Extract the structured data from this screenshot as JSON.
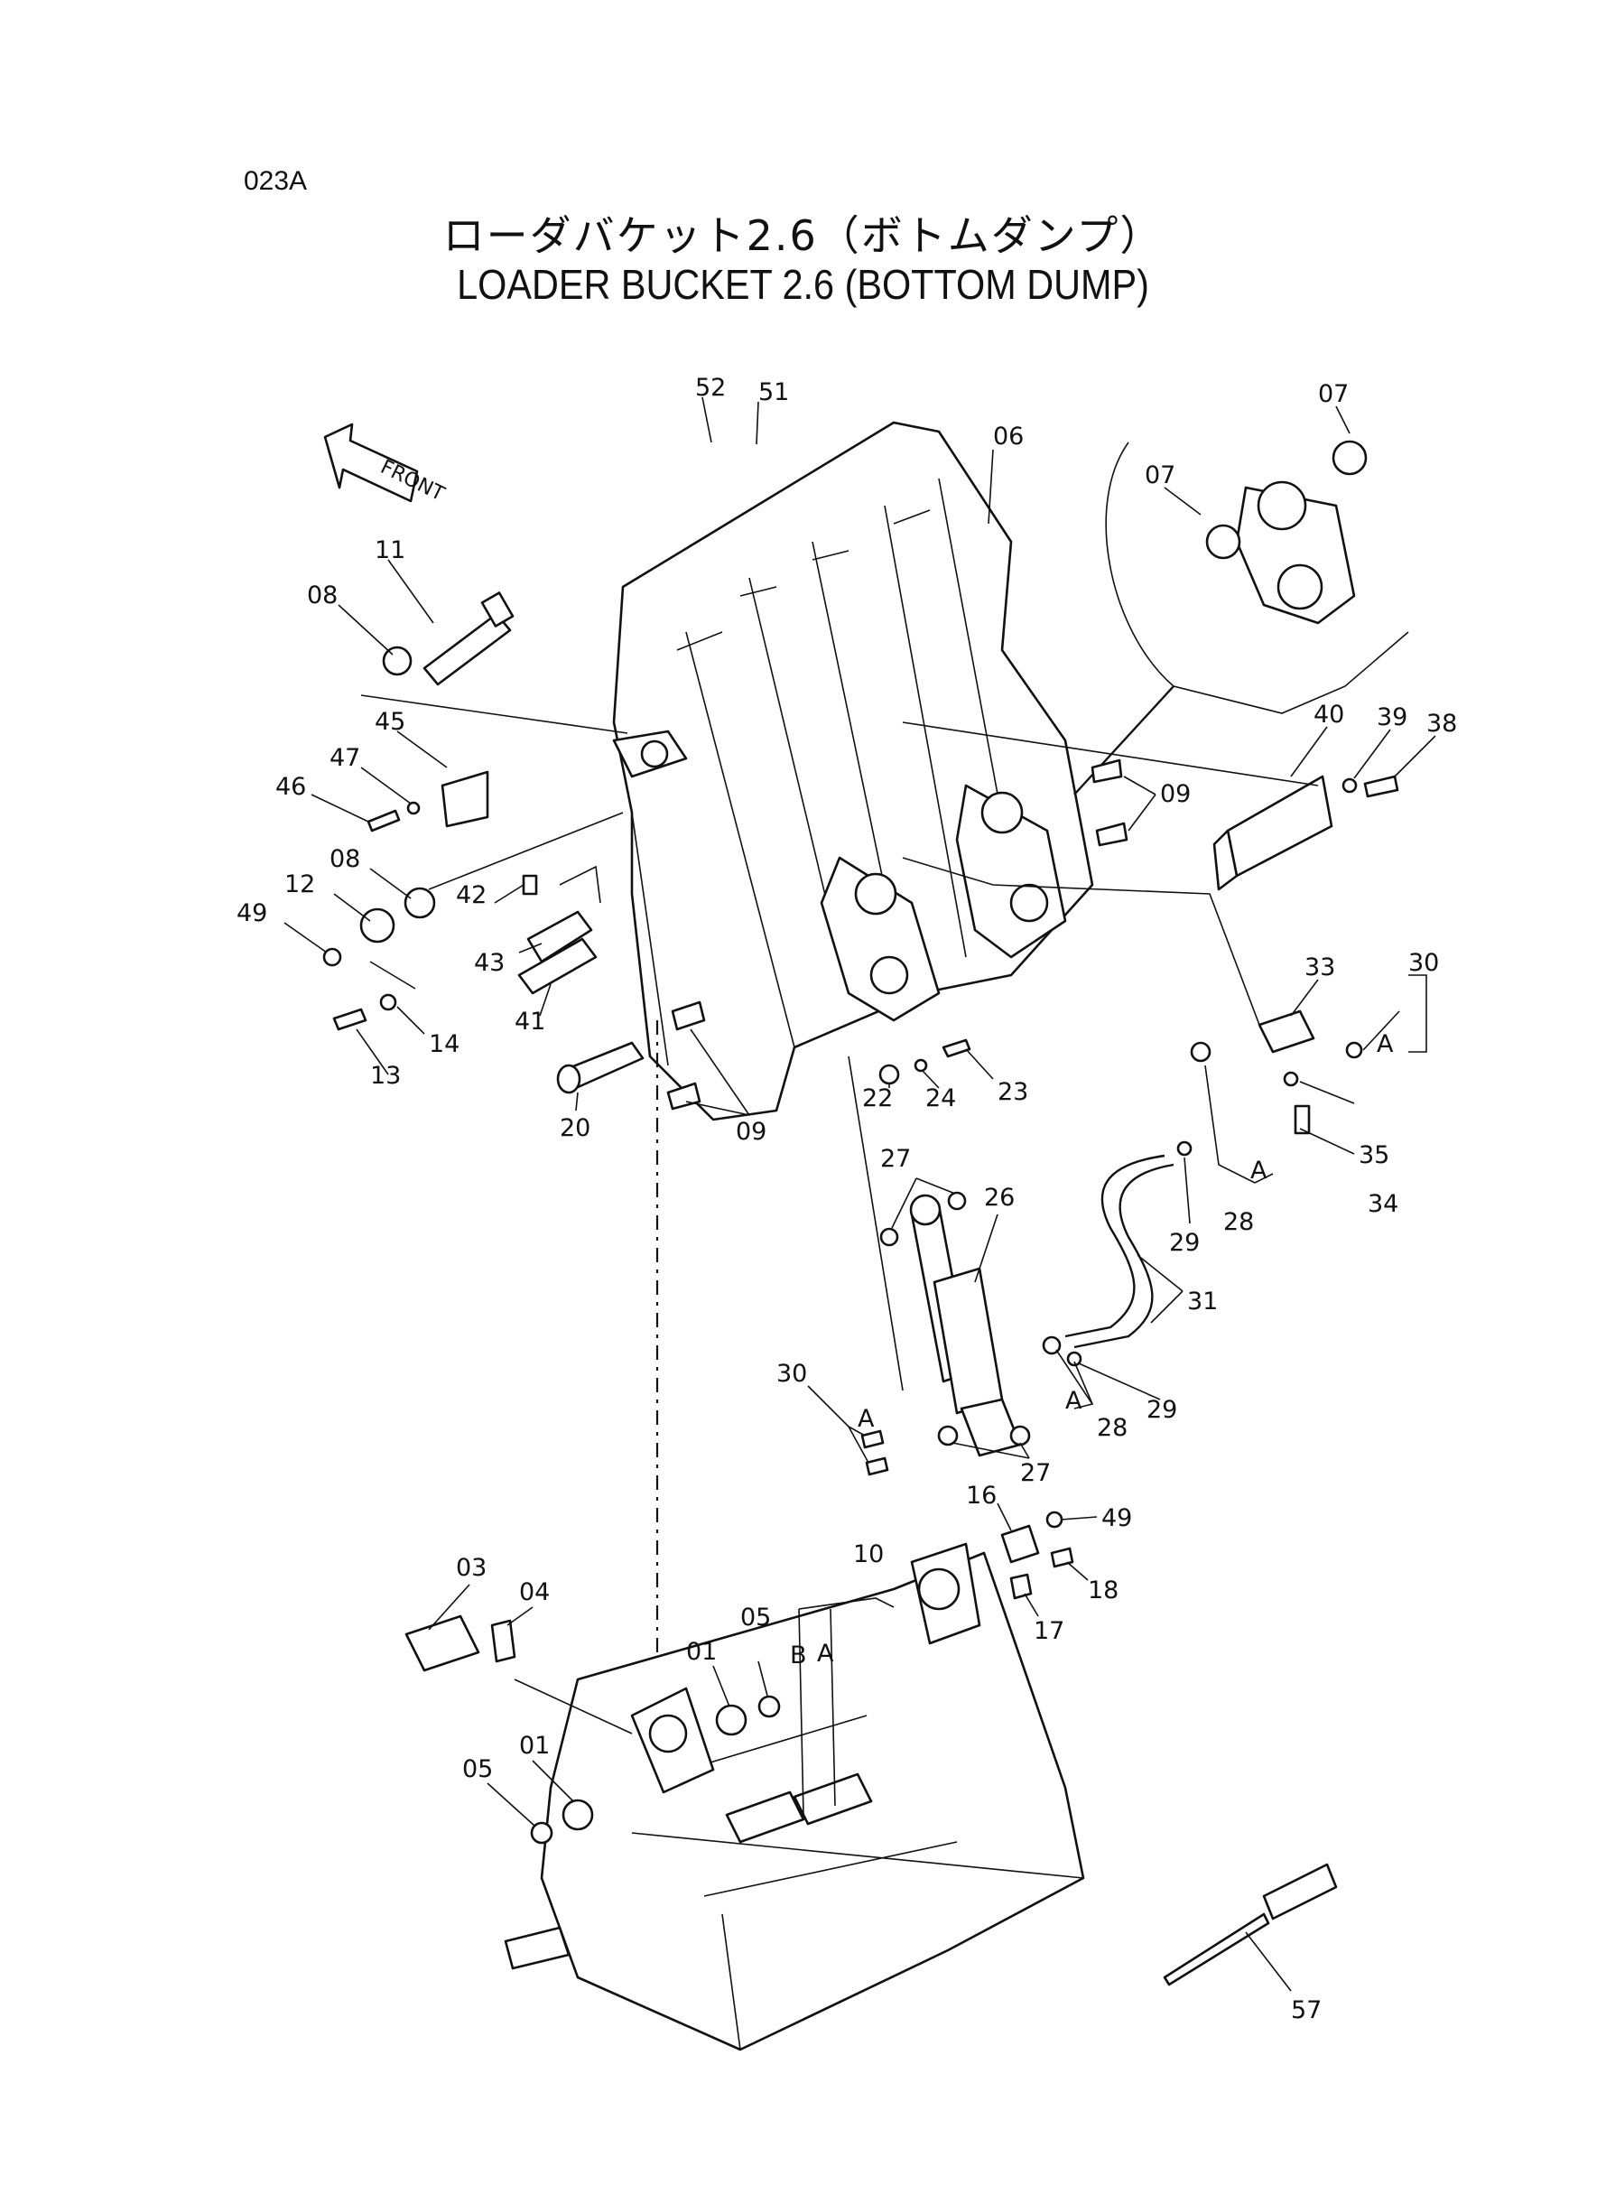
{
  "page_code": "023A",
  "title_ja": "ローダバケット2.6（ボトムダンプ）",
  "title_en": "LOADER BUCKET 2.6 (BOTTOM DUMP)",
  "front_arrow_label": "FRONT",
  "callouts": {
    "c52": "52",
    "c51": "51",
    "c06": "06",
    "c07a": "07",
    "c07b": "07",
    "c11": "11",
    "c08a": "08",
    "c45": "45",
    "c47": "47",
    "c46": "46",
    "c40": "40",
    "c39": "39",
    "c38": "38",
    "c09a": "09",
    "c08b": "08",
    "c12": "12",
    "c49a": "49",
    "c42": "42",
    "c43": "43",
    "c41": "41",
    "c13": "13",
    "c14": "14",
    "c20": "20",
    "c09b": "09",
    "c22": "22",
    "c24": "24",
    "c23": "23",
    "c33": "33",
    "c30a": "30",
    "c35": "35",
    "c34": "34",
    "c28a": "28",
    "c29a": "29",
    "c27a": "27",
    "c26": "26",
    "c31": "31",
    "c30b": "30",
    "c28b": "28",
    "c29b": "29",
    "c27b": "27",
    "c16": "16",
    "c49b": "49",
    "c18": "18",
    "c17": "17",
    "c10": "10",
    "c03": "03",
    "c04": "04",
    "c01a": "01",
    "c05a": "05",
    "c01b": "01",
    "c05b": "05",
    "c57": "57",
    "labelA1": "A",
    "labelA2": "A",
    "labelA3": "A",
    "labelA4": "A",
    "labelA5": "A",
    "labelB": "B"
  }
}
